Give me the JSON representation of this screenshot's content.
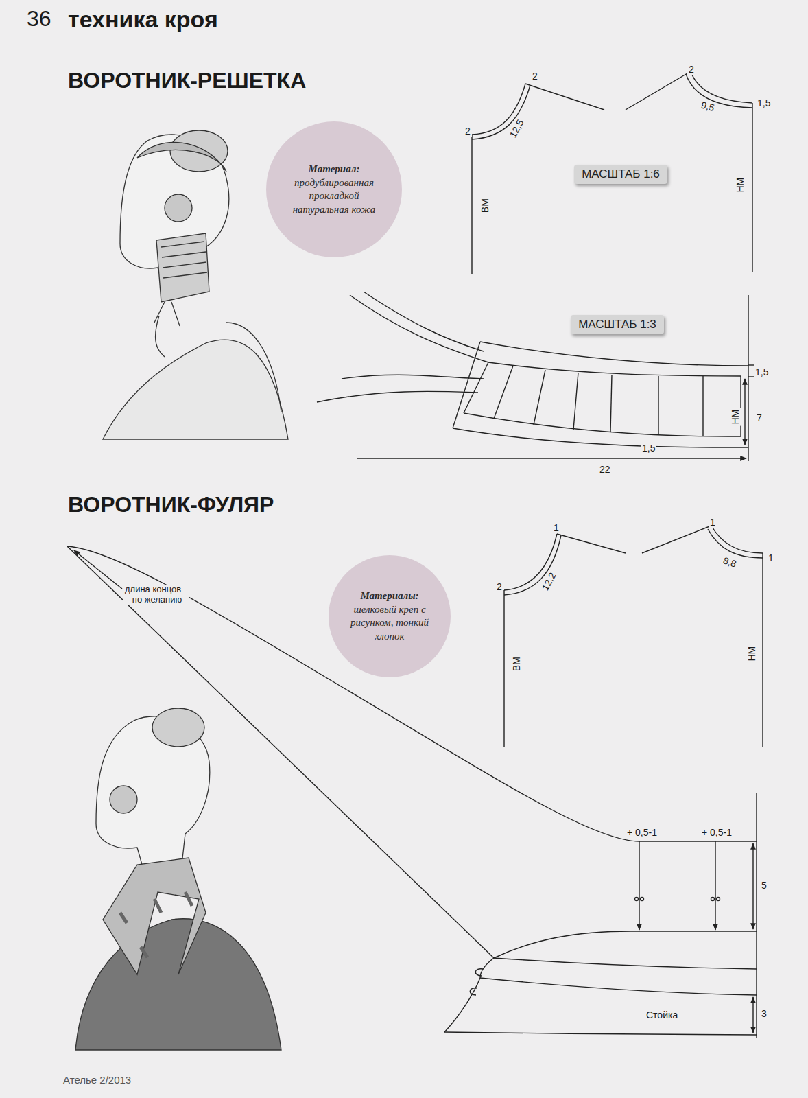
{
  "diagram": {
    "title": "техника кроя",
    "nodes": [
      {
        "text": [
          "Материал:",
          "продублированная прокладкой натуральная кожа"
        ]
      },
      {
        "text": [
          "МАСШТАБ 1:6"
        ]
      },
      {
        "text": [
          "МАСШТАБ 1:3"
        ]
      },
      {
        "text": [
          "Материалы:",
          "шелковый креп с рисунком, тонкий хлопок"
        ]
      }
    ],
    "labels": [
      "36",
      "ВОРОТНИК-РЕШЕТКА",
      "2",
      "2",
      "2",
      "12,5",
      "9,5",
      "1,5",
      "ВМ",
      "НМ",
      "1,5",
      "НМ",
      "7",
      "1,5",
      "22",
      "ВОРОТНИК-ФУЛЯР",
      "1",
      "1",
      "2",
      "12,2",
      "8,8",
      "1",
      "ВМ",
      "НМ",
      "длина концов – по желанию",
      "+ 0,5-1",
      "+ 0,5-1",
      "5",
      "Стойка",
      "3",
      "Ателье 2/2013"
    ]
  }
}
